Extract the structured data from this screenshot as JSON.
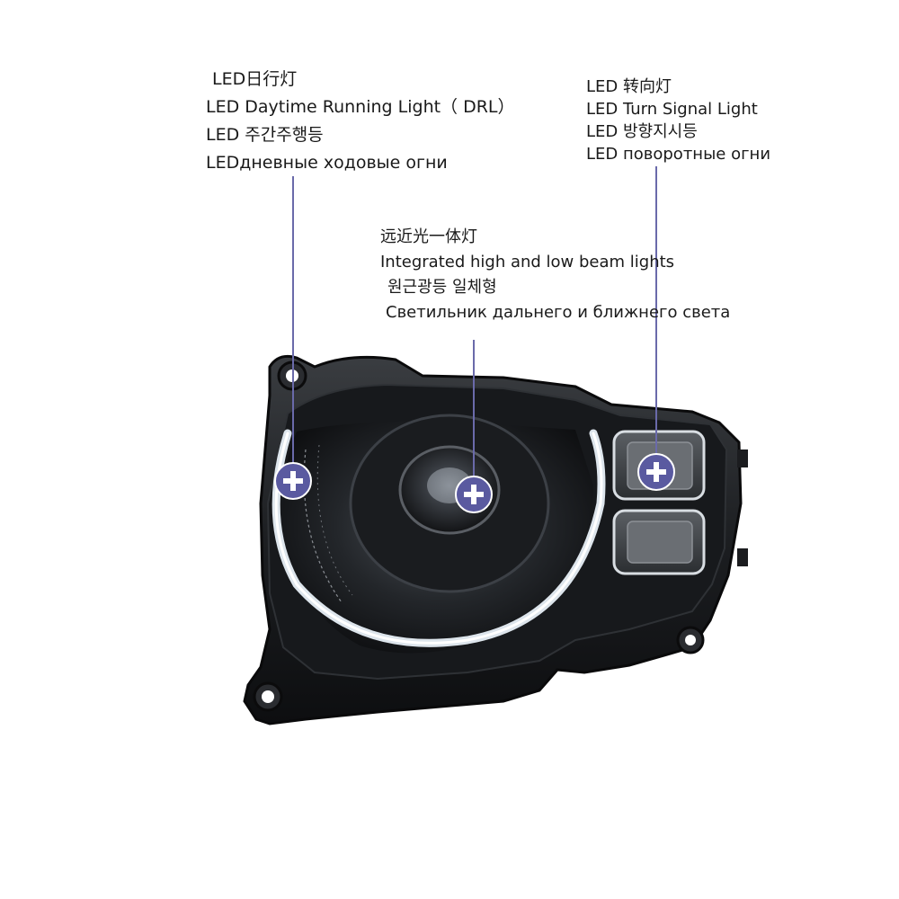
{
  "callouts": {
    "drl": {
      "lines": [
        "LED日行灯",
        "LED Daytime Running Light（ DRL）",
        "LED 주간주행등",
        "LEDдневные ходовые огни"
      ]
    },
    "beam": {
      "lines": [
        "远近光一体灯",
        "Integrated high and low beam lights",
        "원근광등 일체형",
        "Светильник дальнего и ближнего света"
      ]
    },
    "turn": {
      "lines": [
        "LED 转向灯",
        "LED Turn Signal Light",
        "LED 방향지시등",
        "LED поворотные огни"
      ]
    }
  },
  "colors": {
    "marker_fill": "#5a5aa0",
    "pointer_line": "#6a6aaa",
    "text": "#1a1a1a",
    "housing": "#1d1f22",
    "drl_ring": "#e8f0f8"
  },
  "icons": {
    "marker": "plus-circle-icon"
  }
}
